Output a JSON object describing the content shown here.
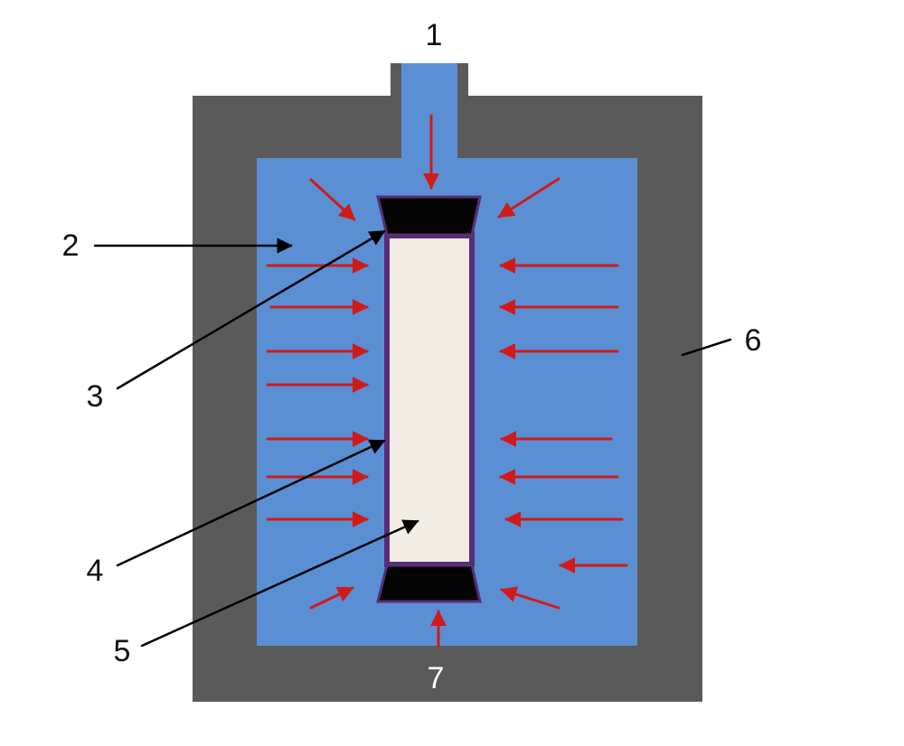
{
  "labels": {
    "l1": "1",
    "l2": "2",
    "l3": "3",
    "l4": "4",
    "l5": "5",
    "l6": "6",
    "l7": "7"
  },
  "colors": {
    "vessel_wall": "#5a5a5a",
    "pressure_medium": "#5a8fd4",
    "sample": "#f1ede4",
    "end_cap": "#050505",
    "membrane": "#5a2d78",
    "pressure_arrows": "#d11a1a",
    "leader_lines": "#000000",
    "background": "#ffffff"
  }
}
